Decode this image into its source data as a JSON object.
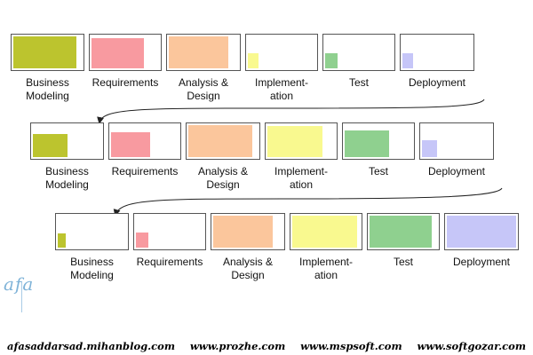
{
  "diagram": {
    "phases": [
      "Business\nModeling",
      "Requirements",
      "Analysis &\nDesign",
      "Implement-\nation",
      "Test",
      "Deployment"
    ],
    "colors": [
      "#bcc42e",
      "#f89aa0",
      "#fbc69c",
      "#f9f98f",
      "#8fd08f",
      "#c6c6f8"
    ],
    "iterations": [
      {
        "effort": [
          0.92,
          0.78,
          0.86,
          0.16,
          0.18,
          0.16
        ]
      },
      {
        "effort": [
          0.5,
          0.58,
          0.92,
          0.82,
          0.66,
          0.22
        ]
      },
      {
        "effort": [
          0.12,
          0.18,
          0.86,
          0.96,
          0.92,
          1.0
        ]
      }
    ]
  },
  "signature": "afa",
  "footer": {
    "site1": "afasaddarsad.mihanblog.com",
    "site2": "www.prozhe.com",
    "site3": "www.mspsoft.com",
    "site4": "www.softgozar.com"
  }
}
